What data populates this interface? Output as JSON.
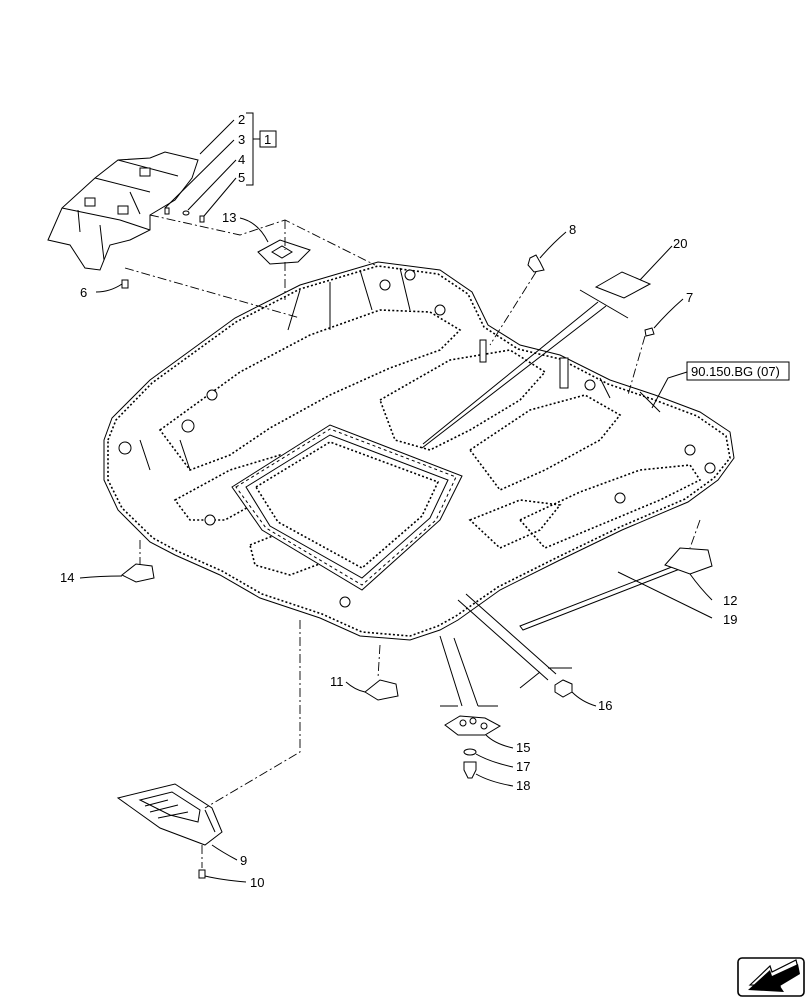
{
  "diagram": {
    "callouts": {
      "c1": "1",
      "c2": "2",
      "c3": "3",
      "c4": "4",
      "c5": "5",
      "c6": "6",
      "c7": "7",
      "c8": "8",
      "c9": "9",
      "c10": "10",
      "c11": "11",
      "c12": "12",
      "c13": "13",
      "c14": "14",
      "c15": "15",
      "c16": "16",
      "c17": "17",
      "c18": "18",
      "c19": "19",
      "c20": "20"
    },
    "reference": "90.150.BG (07)"
  }
}
